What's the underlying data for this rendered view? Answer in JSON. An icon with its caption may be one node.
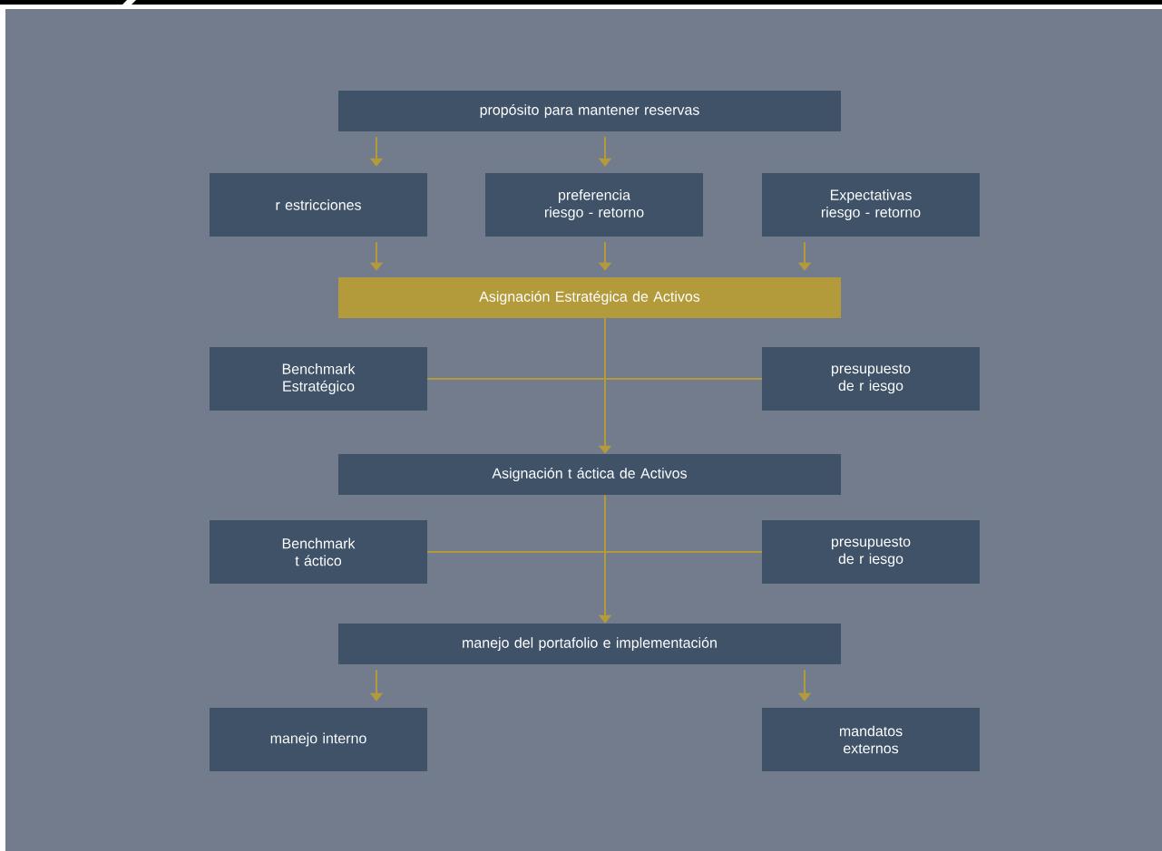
{
  "diagram": {
    "nodes": [
      {
        "text": [
          "propósito para mantener reservas"
        ]
      },
      {
        "text": [
          "r estricciones"
        ]
      },
      {
        "text": [
          "preferencia riesgo - retorno"
        ]
      },
      {
        "text": [
          "Expectativas riesgo - retorno"
        ]
      },
      {
        "text": [
          "Asignación Estratégica de Activos"
        ]
      },
      {
        "text": [
          "Benchmark Estratégico"
        ]
      },
      {
        "text": [
          "presupuesto de r iesgo"
        ]
      },
      {
        "text": [
          "Asignación t áctica de Activos"
        ]
      },
      {
        "text": [
          "Benchmark t áctico"
        ]
      },
      {
        "text": [
          "presupuesto de r iesgo"
        ]
      },
      {
        "text": [
          "manejo del portafolio e implementación"
        ]
      },
      {
        "text": [
          "manejo interno"
        ]
      },
      {
        "text": [
          "mandatos externos"
        ]
      }
    ],
    "edges": [
      {
        "from": 0,
        "to": 1,
        "arrow": "to"
      },
      {
        "from": 0,
        "to": 2,
        "arrow": "to"
      },
      {
        "from": 1,
        "to": 4,
        "arrow": "to"
      },
      {
        "from": 2,
        "to": 4,
        "arrow": "to"
      },
      {
        "from": 3,
        "to": 4,
        "arrow": "to"
      },
      {
        "from": 5,
        "to": 6,
        "arrow": "none"
      },
      {
        "from": 4,
        "to": 7,
        "arrow": "to"
      },
      {
        "from": 8,
        "to": 9,
        "arrow": "none"
      },
      {
        "from": 7,
        "to": 10,
        "arrow": "to"
      },
      {
        "from": 10,
        "to": 11,
        "arrow": "to"
      },
      {
        "from": 10,
        "to": 12,
        "arrow": "to"
      }
    ]
  }
}
